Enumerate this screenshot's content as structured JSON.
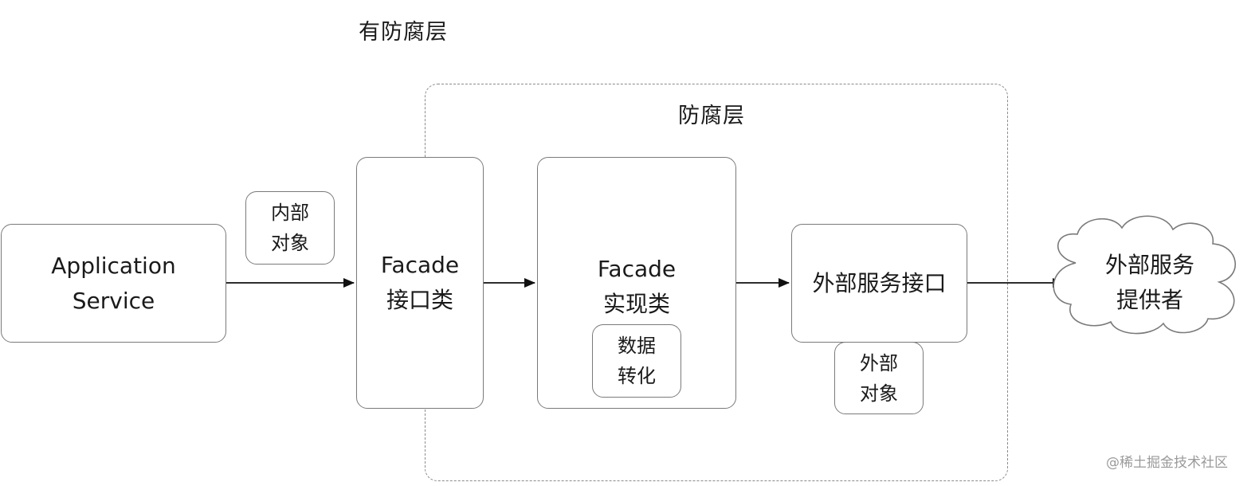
{
  "diagram": {
    "title": "有防腐层",
    "region_label": "防腐层",
    "nodes": {
      "application_service": [
        "Application",
        "Service"
      ],
      "internal_object": [
        "内部",
        "对象"
      ],
      "facade_interface": [
        "Facade",
        "接口类"
      ],
      "facade_impl": [
        "Facade",
        "实现类"
      ],
      "data_conversion": [
        "数据",
        "转化"
      ],
      "external_service_interface": "外部服务接口",
      "external_object": [
        "外部",
        "对象"
      ],
      "external_provider": [
        "外部服务",
        "提供者"
      ]
    },
    "colors": {
      "border": "#7a7a7a",
      "dashed_border": "#8a8a8a",
      "arrow": "#111111",
      "text": "#1a1a1a"
    }
  },
  "watermark": "@稀土掘金技术社区"
}
